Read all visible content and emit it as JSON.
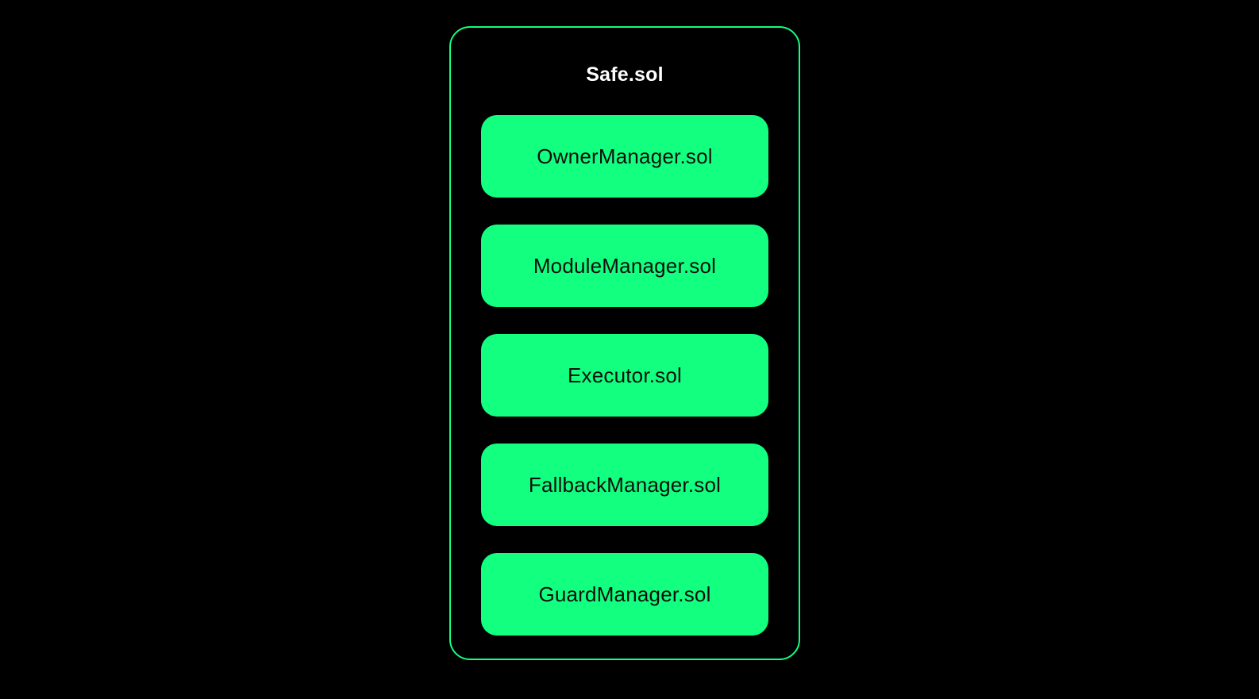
{
  "diagram": {
    "title": "Safe.sol",
    "boxes": [
      {
        "label": "OwnerManager.sol"
      },
      {
        "label": "ModuleManager.sol"
      },
      {
        "label": "Executor.sol"
      },
      {
        "label": "FallbackManager.sol"
      },
      {
        "label": "GuardManager.sol"
      }
    ],
    "colors": {
      "background": "#000000",
      "accent_green": "#12ff80",
      "container_border": "#12ff80",
      "title_text": "#ffffff",
      "box_text": "#0b0f0c"
    }
  }
}
